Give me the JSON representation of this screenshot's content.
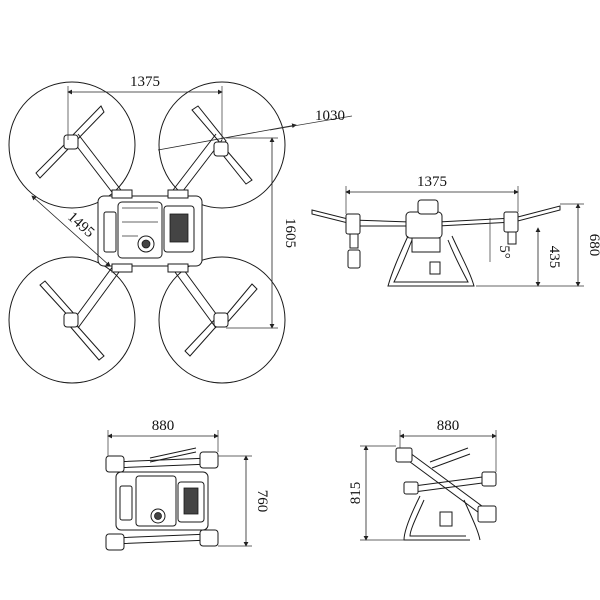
{
  "top_view": {
    "width_label": "1375",
    "prop_span_label": "1030",
    "diagonal_label": "1495",
    "length_label": "1605"
  },
  "side_view": {
    "width_label": "1375",
    "angle_label": "5°",
    "leg_height_label": "435",
    "total_height_label": "680"
  },
  "folded_top": {
    "width_label": "880",
    "length_label": "760"
  },
  "folded_side": {
    "width_label": "880",
    "height_label": "815"
  }
}
